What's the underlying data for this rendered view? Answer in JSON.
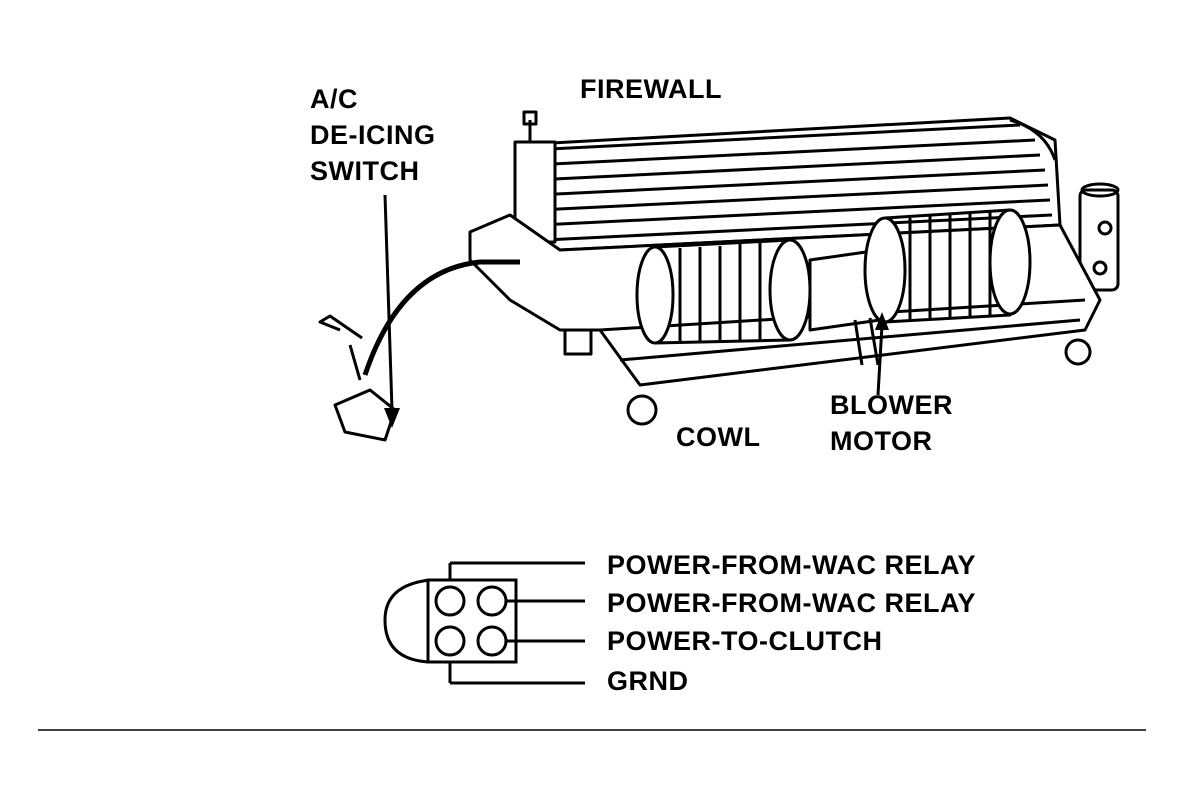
{
  "labels": {
    "firewall": "FIREWALL",
    "switch_line1": "A/C",
    "switch_line2": "DE-ICING",
    "switch_line3": "SWITCH",
    "cowl": "COWL",
    "blower_line1": "BLOWER",
    "blower_line2": "MOTOR"
  },
  "connector": {
    "pins": [
      "POWER-FROM-WAC RELAY",
      "POWER-FROM-WAC RELAY",
      "POWER-TO-CLUTCH",
      "GRND"
    ]
  },
  "colors": {
    "ink": "#000000",
    "paper": "#ffffff"
  }
}
